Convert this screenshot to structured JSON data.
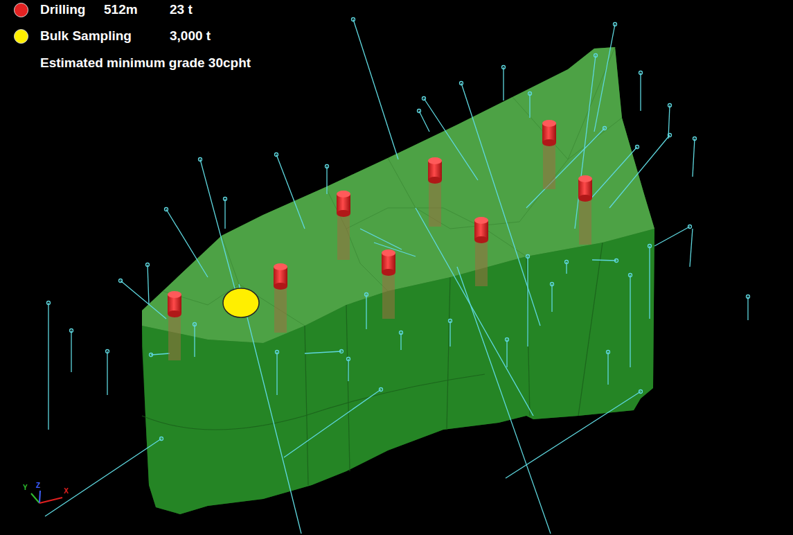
{
  "diagram": {
    "labels": [
      "512m",
      "23 t",
      "3,000 t",
      "Estimated minimum grade 30cpht",
      "Y",
      "Z",
      "X"
    ],
    "legend": [
      {
        "text": "Drilling",
        "color": "#e32222"
      },
      {
        "text": "Bulk Sampling",
        "color": "#ffef00"
      }
    ]
  }
}
